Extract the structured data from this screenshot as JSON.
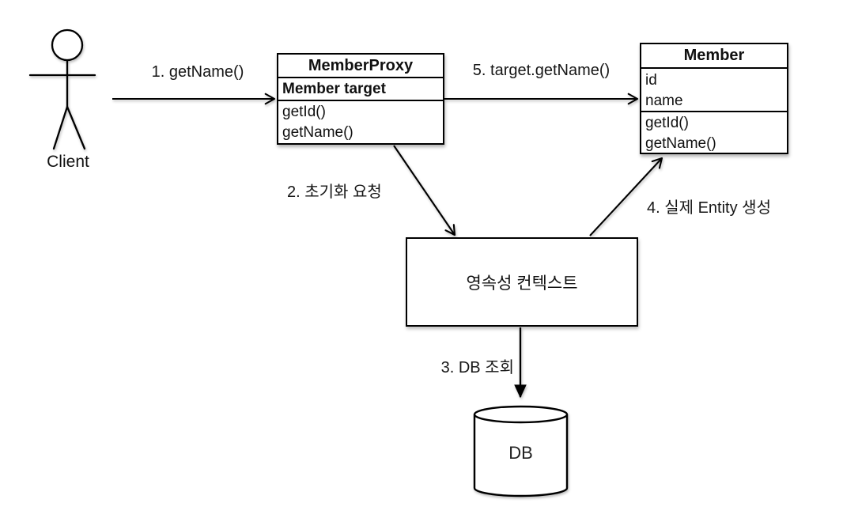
{
  "diagram": {
    "title_hint": "JPA proxy initialization flow",
    "colors": {
      "stroke": "#000000",
      "background": "#ffffff",
      "text": "#111111"
    },
    "actor": {
      "label": "Client"
    },
    "boxes": {
      "member_proxy": {
        "title": "MemberProxy",
        "attributes": [
          "Member target"
        ],
        "methods": [
          "getId()",
          "getName()"
        ]
      },
      "member": {
        "title": "Member",
        "attributes": [
          "id",
          "name"
        ],
        "methods": [
          "getId()",
          "getName()"
        ]
      },
      "persistence_context": {
        "label": "영속성 컨텍스트"
      },
      "db": {
        "label": "DB"
      }
    },
    "arrows": [
      {
        "step": 1,
        "label": "1. getName()",
        "from": "client",
        "to": "member-proxy",
        "head": "open"
      },
      {
        "step": 2,
        "label": "2. 초기화 요청",
        "from": "member-proxy",
        "to": "persistence-context",
        "head": "open"
      },
      {
        "step": 3,
        "label": "3. DB 조회",
        "from": "persistence-context",
        "to": "db",
        "head": "solid"
      },
      {
        "step": 4,
        "label": "4. 실제 Entity 생성",
        "from": "persistence-context",
        "to": "member",
        "head": "open"
      },
      {
        "step": 5,
        "label": "5. target.getName()",
        "from": "member-proxy",
        "to": "member",
        "head": "open"
      }
    ]
  }
}
